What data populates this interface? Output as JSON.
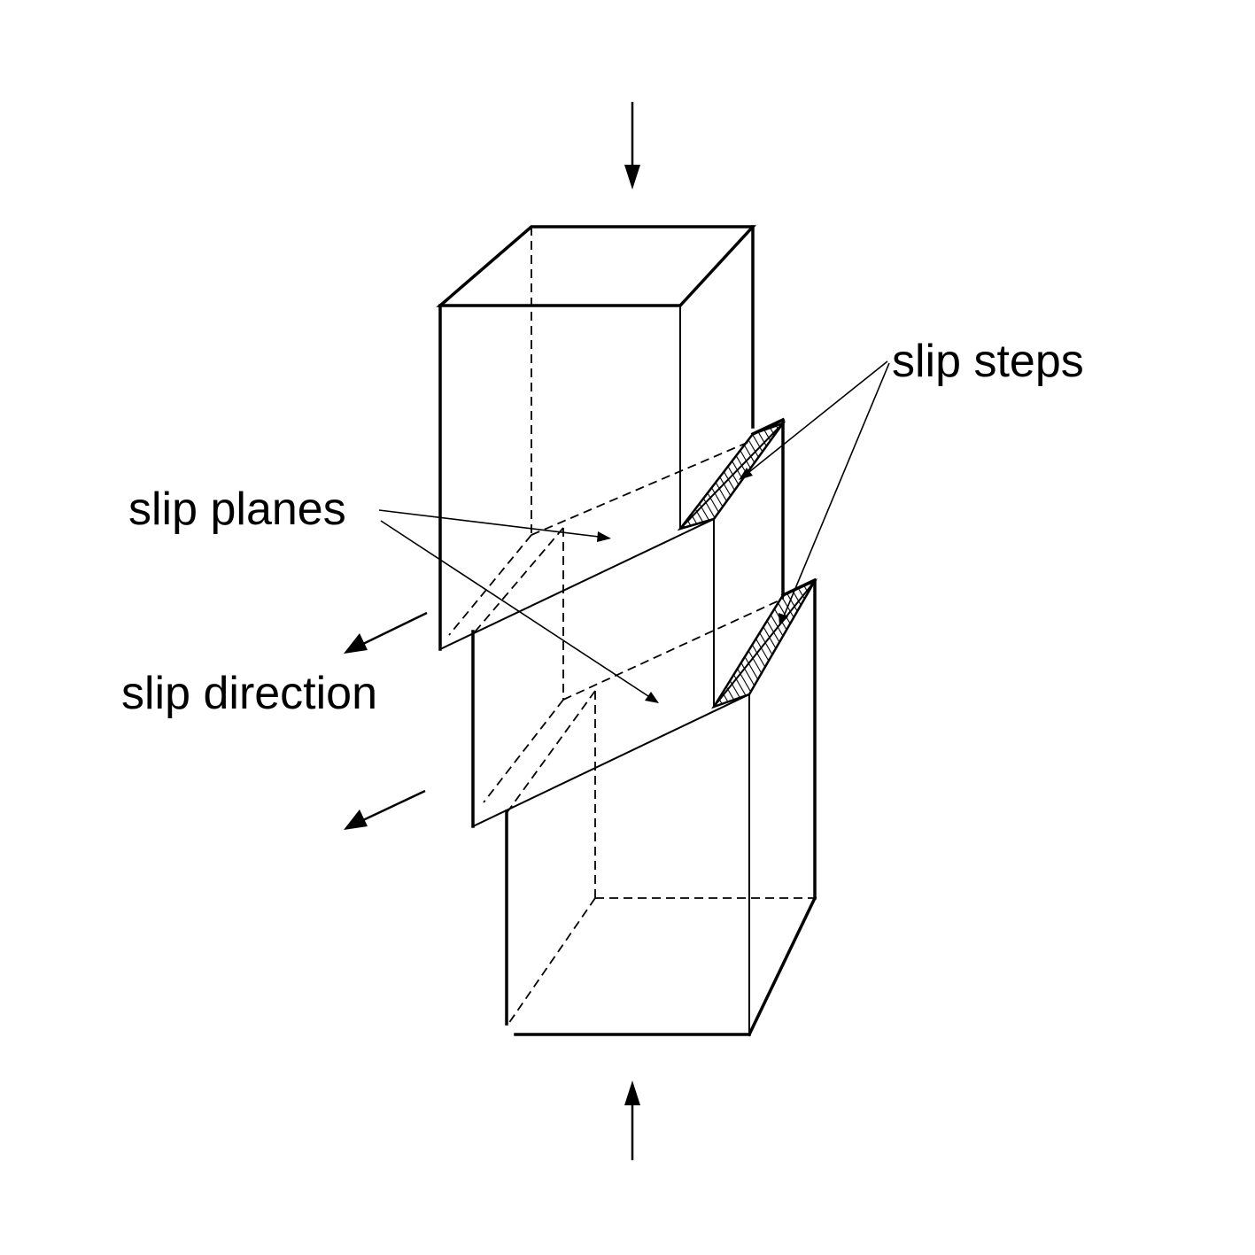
{
  "labels": {
    "slip_steps": "slip steps",
    "slip_planes": "slip planes",
    "slip_direction": "slip direction"
  },
  "colors": {
    "line": "#000000",
    "background": "#ffffff"
  },
  "icons": {
    "hatch": "diagonal-hatch-pattern",
    "arrow": "filled-triangle-arrowhead"
  }
}
